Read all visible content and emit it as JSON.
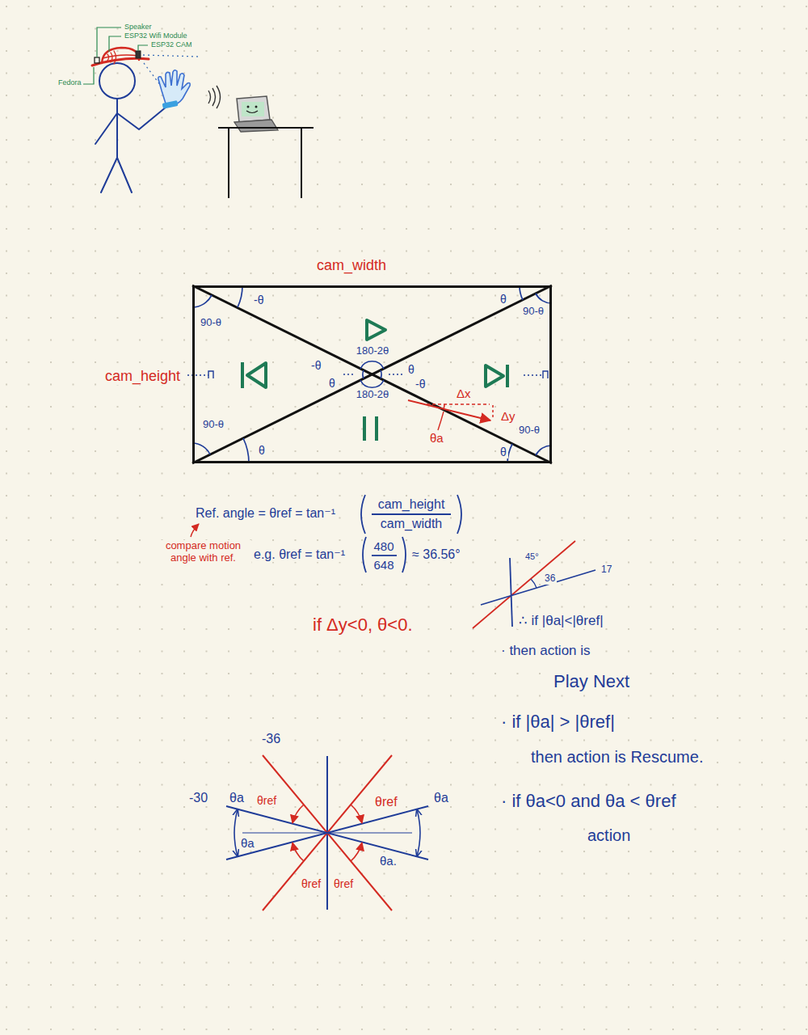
{
  "diagram": {
    "nodes": [
      {
        "text": [
          "cam_width",
          "cam_height",
          "-θ",
          "90-θ",
          "θ",
          "90-θ",
          "180-2θ",
          "-θ",
          "θ",
          "θ",
          "-θ",
          "180-2θ",
          "Δx",
          "Δy",
          "90-θ",
          "θa",
          "90-θ",
          "θ",
          "θ"
        ]
      }
    ],
    "labels": [
      "Speaker",
      "ESP32 Wifi Module",
      "ESP32 CAM",
      "Fedora",
      "Ref. angle = θref = tan⁻¹",
      "cam_height",
      "cam_width",
      "compare motion angle with ref.",
      "e.g. θref = tan⁻¹",
      "480",
      "648",
      "≈ 36.56°",
      "if Δy<0, θ<0.",
      "45°",
      "36",
      "17",
      "∴ if |θa|<|θref|",
      "· then action is",
      "Play Next",
      "· if |θa| > |θref|",
      "then action is Rescume.",
      "· if θa<0 and θa < θref",
      "action",
      "-36",
      "-30",
      "θa",
      "θref",
      "θref",
      "θa",
      "θa",
      "θref",
      "θref",
      "θa."
    ]
  }
}
